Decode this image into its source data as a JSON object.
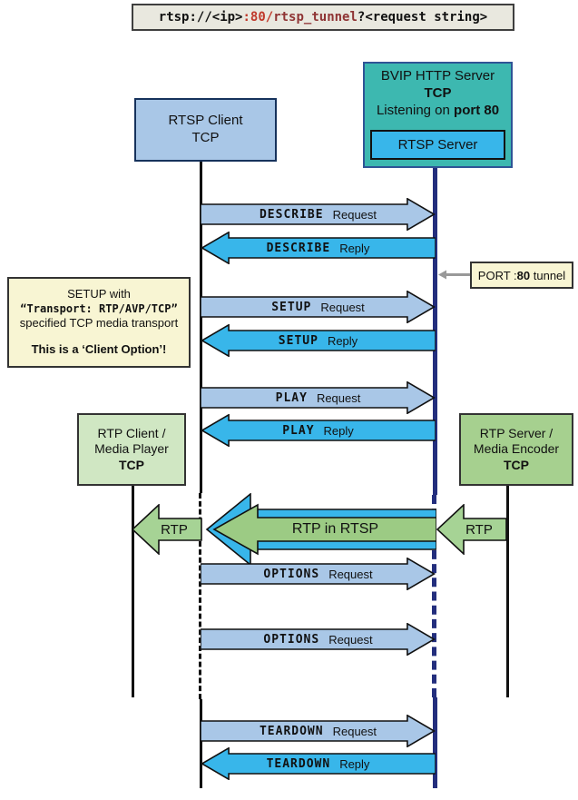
{
  "title": {
    "prefix": "rtsp://<ip>",
    "port": ":80/",
    "tunnel": "rtsp_tunnel",
    "suffix": "?<request string>"
  },
  "actors": {
    "rtsp_client": {
      "line1": "RTSP Client",
      "line2": "TCP"
    },
    "bvip_server": {
      "line1": "BVIP HTTP Server",
      "line2": "TCP",
      "line3_prefix": "Listening on ",
      "line3_bold": "port 80",
      "inner_label": "RTSP Server"
    },
    "rtp_client": {
      "line1": "RTP Client /",
      "line2": "Media Player",
      "line3": "TCP"
    },
    "rtp_server": {
      "line1": "RTP Server /",
      "line2": "Media Encoder",
      "line3": "TCP"
    }
  },
  "notes": {
    "port_tunnel": {
      "prefix": "PORT :",
      "bold": "80",
      "suffix": " tunnel"
    },
    "setup_note": {
      "line1": "SETUP with",
      "line2": "“Transport: RTP/AVP/TCP”",
      "line3": "specified TCP media transport",
      "line4": "This is a ‘Client Option’!"
    }
  },
  "messages": [
    {
      "method": "DESCRIBE",
      "kind": "Request"
    },
    {
      "method": "DESCRIBE",
      "kind": "Reply"
    },
    {
      "method": "SETUP",
      "kind": "Request"
    },
    {
      "method": "SETUP",
      "kind": "Reply"
    },
    {
      "method": "PLAY",
      "kind": "Request"
    },
    {
      "method": "PLAY",
      "kind": "Reply"
    },
    {
      "method": "OPTIONS",
      "kind": "Request"
    },
    {
      "method": "OPTIONS",
      "kind": "Request"
    },
    {
      "method": "TEARDOWN",
      "kind": "Request"
    },
    {
      "method": "TEARDOWN",
      "kind": "Reply"
    }
  ],
  "rtp": {
    "left_label": "RTP",
    "tunnel_label": "RTP in RTSP",
    "right_label": "RTP"
  },
  "colors": {
    "request_arrow": "#a9c7e7",
    "reply_arrow": "#38b6ea",
    "teal_server": "#3db8b0",
    "navy_lifeline": "#232e7d",
    "note_yellow": "#f8f5d3",
    "green_light_box": "#d0e7c3",
    "green_dark_box": "#a6d08f",
    "green_arrow": "#a6d395",
    "url_port_red": "#c0392b",
    "url_tunnel_red": "#8f3434"
  }
}
